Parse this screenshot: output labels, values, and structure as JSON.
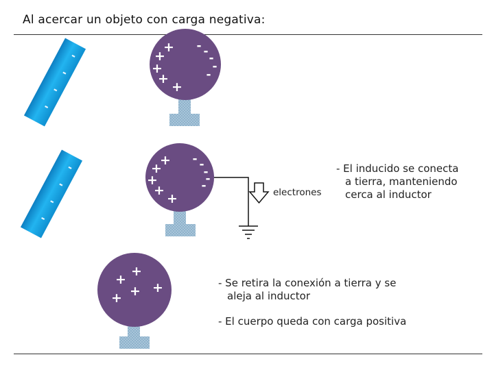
{
  "title": "Al acercar un objeto con carga negativa:",
  "arrow_label": "electrones",
  "note_ground": {
    "line1": "- El inducido se conecta",
    "line2": "a tierra, manteniendo",
    "line3": "cerca al inductor"
  },
  "note_remove": {
    "line1": "- Se retira la conexión a tierra y se",
    "line2": "aleja al inductor"
  },
  "note_result": "- El cuerpo queda con carga positiva",
  "signs": {
    "plus": "+",
    "minus": "-"
  },
  "colors": {
    "sphere": "#6a4c82",
    "rod": "#1aa3e8",
    "stand": "#a8c4d8",
    "sign": "#ffffff",
    "rule": "#333333"
  }
}
